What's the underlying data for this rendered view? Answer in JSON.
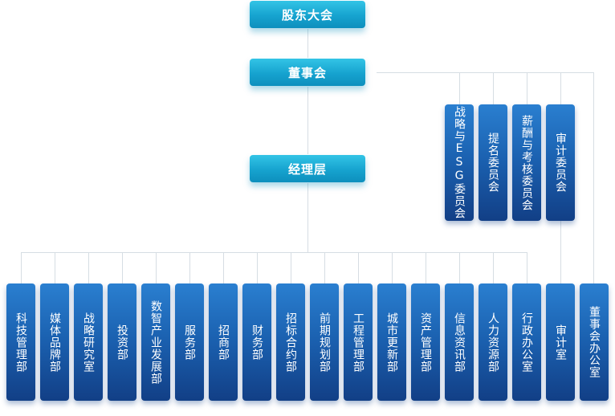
{
  "nodes": {
    "shareholders": "股东大会",
    "board": "董事会",
    "management": "经理层"
  },
  "committees": [
    "战略与ESG委员会",
    "提名委员会",
    "薪酬与考核委员会",
    "审计委员会"
  ],
  "departments": [
    "科技管理部",
    "媒体品牌部",
    "战略研究室",
    "投资部",
    "数智产业发展部",
    "服务部",
    "招商部",
    "财务部",
    "招标合约部",
    "前期规划部",
    "工程管理部",
    "城市更新部",
    "资产管理部",
    "信息资讯部",
    "人力资源部",
    "行政办公室",
    "审计室",
    "董事会办公室"
  ]
}
